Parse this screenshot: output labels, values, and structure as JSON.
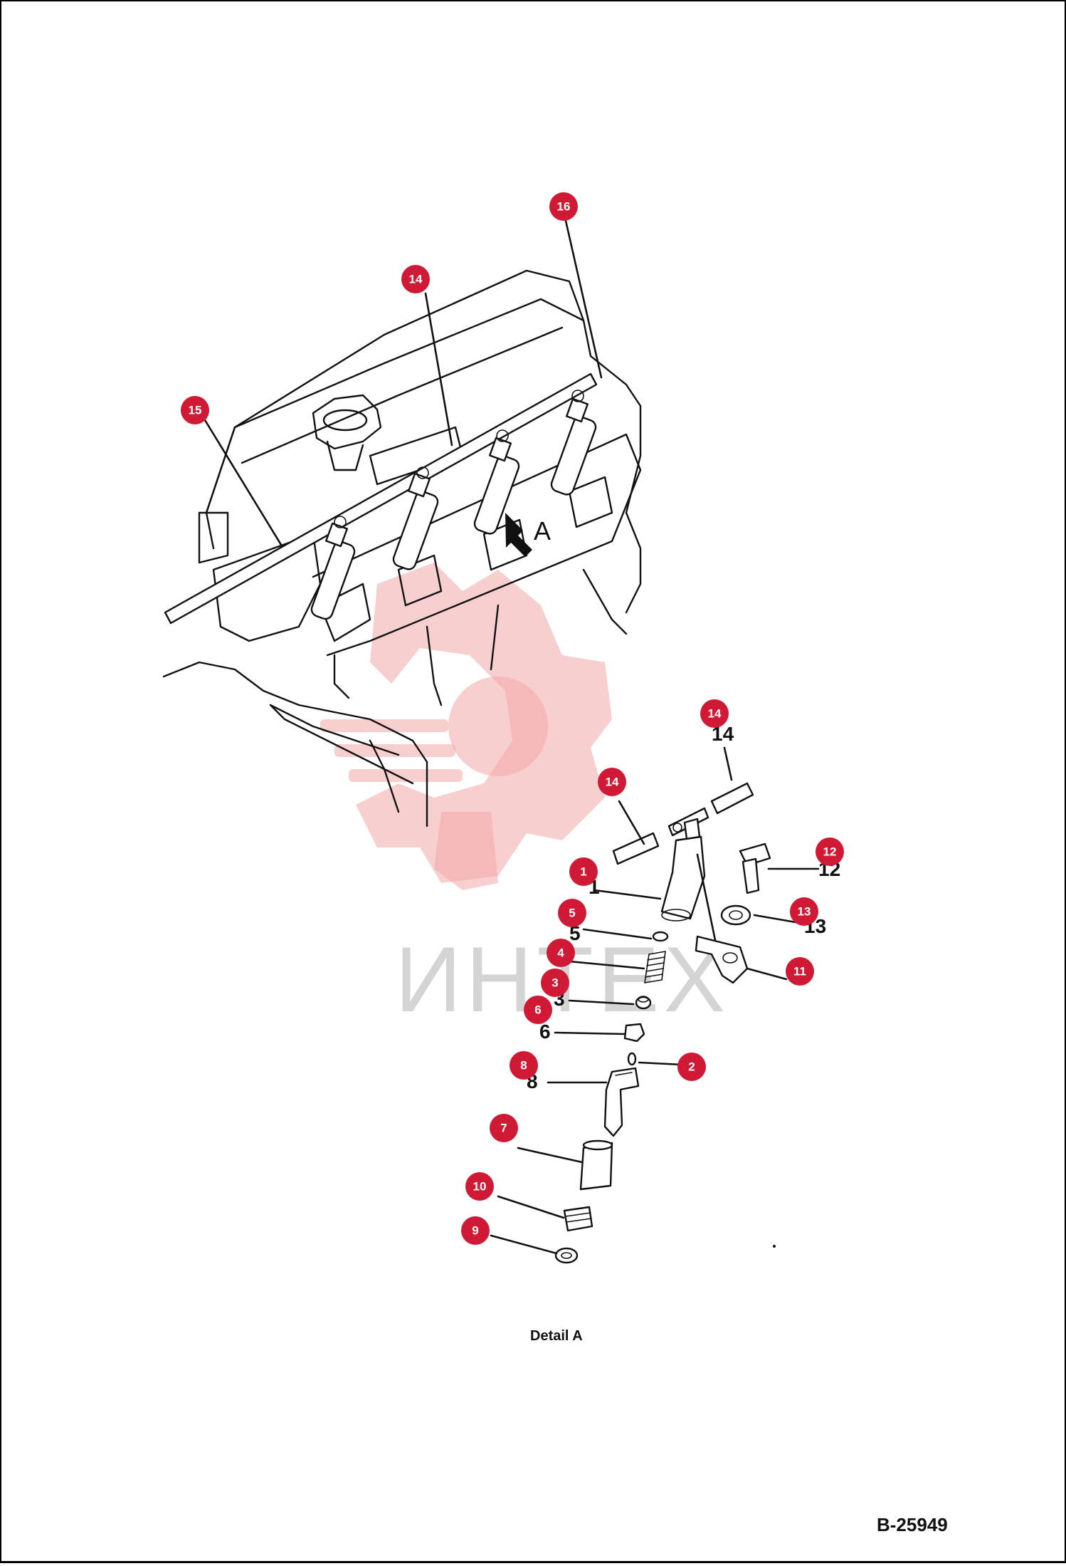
{
  "drawing": {
    "number": "B-25949",
    "detail_caption": "Detail A",
    "view_marker": "A",
    "watermark_text": "ИНТЕХ",
    "watermark_color": "#f3a7a7",
    "callout_color": "#d01a35"
  },
  "callouts": [
    {
      "id": "c16",
      "label": "16"
    },
    {
      "id": "c14a",
      "label": "14"
    },
    {
      "id": "c15",
      "label": "15"
    },
    {
      "id": "c14b",
      "label": "14"
    },
    {
      "id": "c14c",
      "label": "14"
    },
    {
      "id": "c12",
      "label": "12"
    },
    {
      "id": "c1",
      "label": "1"
    },
    {
      "id": "c5",
      "label": "5"
    },
    {
      "id": "c13",
      "label": "13"
    },
    {
      "id": "c4",
      "label": "4"
    },
    {
      "id": "c11",
      "label": "11"
    },
    {
      "id": "c3",
      "label": "3"
    },
    {
      "id": "c6",
      "label": "6"
    },
    {
      "id": "c8",
      "label": "8"
    },
    {
      "id": "c2",
      "label": "2"
    },
    {
      "id": "c7",
      "label": "7"
    },
    {
      "id": "c10",
      "label": "10"
    },
    {
      "id": "c9",
      "label": "9"
    }
  ],
  "printed_numbers": {
    "n14": "14",
    "n12": "12",
    "n13": "13",
    "n1": "1",
    "n5": "5",
    "n3": "3",
    "n6": "6",
    "n8": "8"
  }
}
